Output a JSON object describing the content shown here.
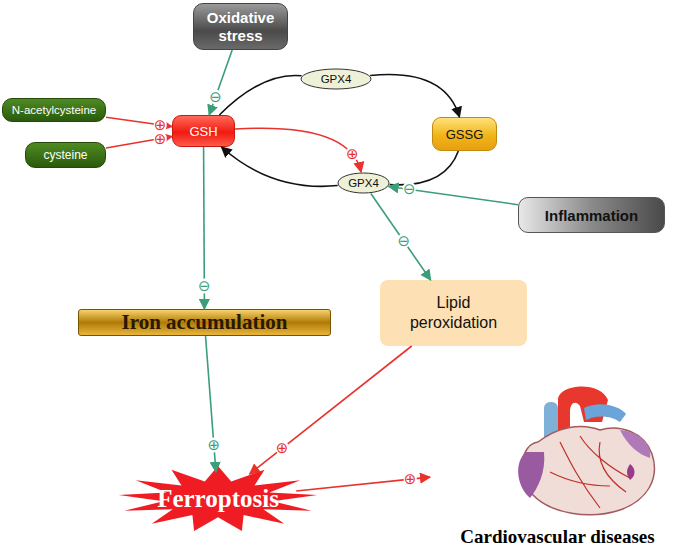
{
  "diagram": {
    "nodes": [
      {
        "text": [
          "Oxidative stress"
        ]
      },
      {
        "text": [
          "N-acetylcysteine"
        ]
      },
      {
        "text": [
          "cysteine"
        ]
      },
      {
        "text": [
          "GSH"
        ]
      },
      {
        "text": [
          "GPX4"
        ]
      },
      {
        "text": [
          "GSSG"
        ]
      },
      {
        "text": [
          "GPX4"
        ]
      },
      {
        "text": [
          "Inflammation"
        ]
      },
      {
        "text": [
          "Iron accumulation"
        ]
      },
      {
        "text": [
          "Lipid peroxidation"
        ]
      },
      {
        "text": [
          "Ferroptosis"
        ]
      },
      {
        "text": [
          "Cardiovascular diseases"
        ]
      }
    ],
    "edges": [
      {
        "from": 0,
        "to": 3,
        "arrow": "to",
        "label": "⊖"
      },
      {
        "from": 1,
        "to": 3,
        "arrow": "to",
        "label": "⊕"
      },
      {
        "from": 2,
        "to": 3,
        "arrow": "to",
        "label": "⊕"
      },
      {
        "from": 3,
        "to": 4,
        "arrow": "none"
      },
      {
        "from": 4,
        "to": 5,
        "arrow": "to"
      },
      {
        "from": 5,
        "to": 6,
        "arrow": "none"
      },
      {
        "from": 6,
        "to": 3,
        "arrow": "to"
      },
      {
        "from": 3,
        "to": 6,
        "arrow": "to",
        "label": "⊕"
      },
      {
        "from": 7,
        "to": 6,
        "arrow": "to",
        "label": "⊖"
      },
      {
        "from": 6,
        "to": 9,
        "arrow": "to",
        "label": "⊖"
      },
      {
        "from": 3,
        "to": 8,
        "arrow": "to",
        "label": "⊖"
      },
      {
        "from": 8,
        "to": 10,
        "arrow": "to",
        "label": "⊕"
      },
      {
        "from": 9,
        "to": 10,
        "arrow": "to",
        "label": "⊕"
      },
      {
        "from": 10,
        "to": 11,
        "arrow": "to",
        "label": "⊕"
      }
    ]
  }
}
